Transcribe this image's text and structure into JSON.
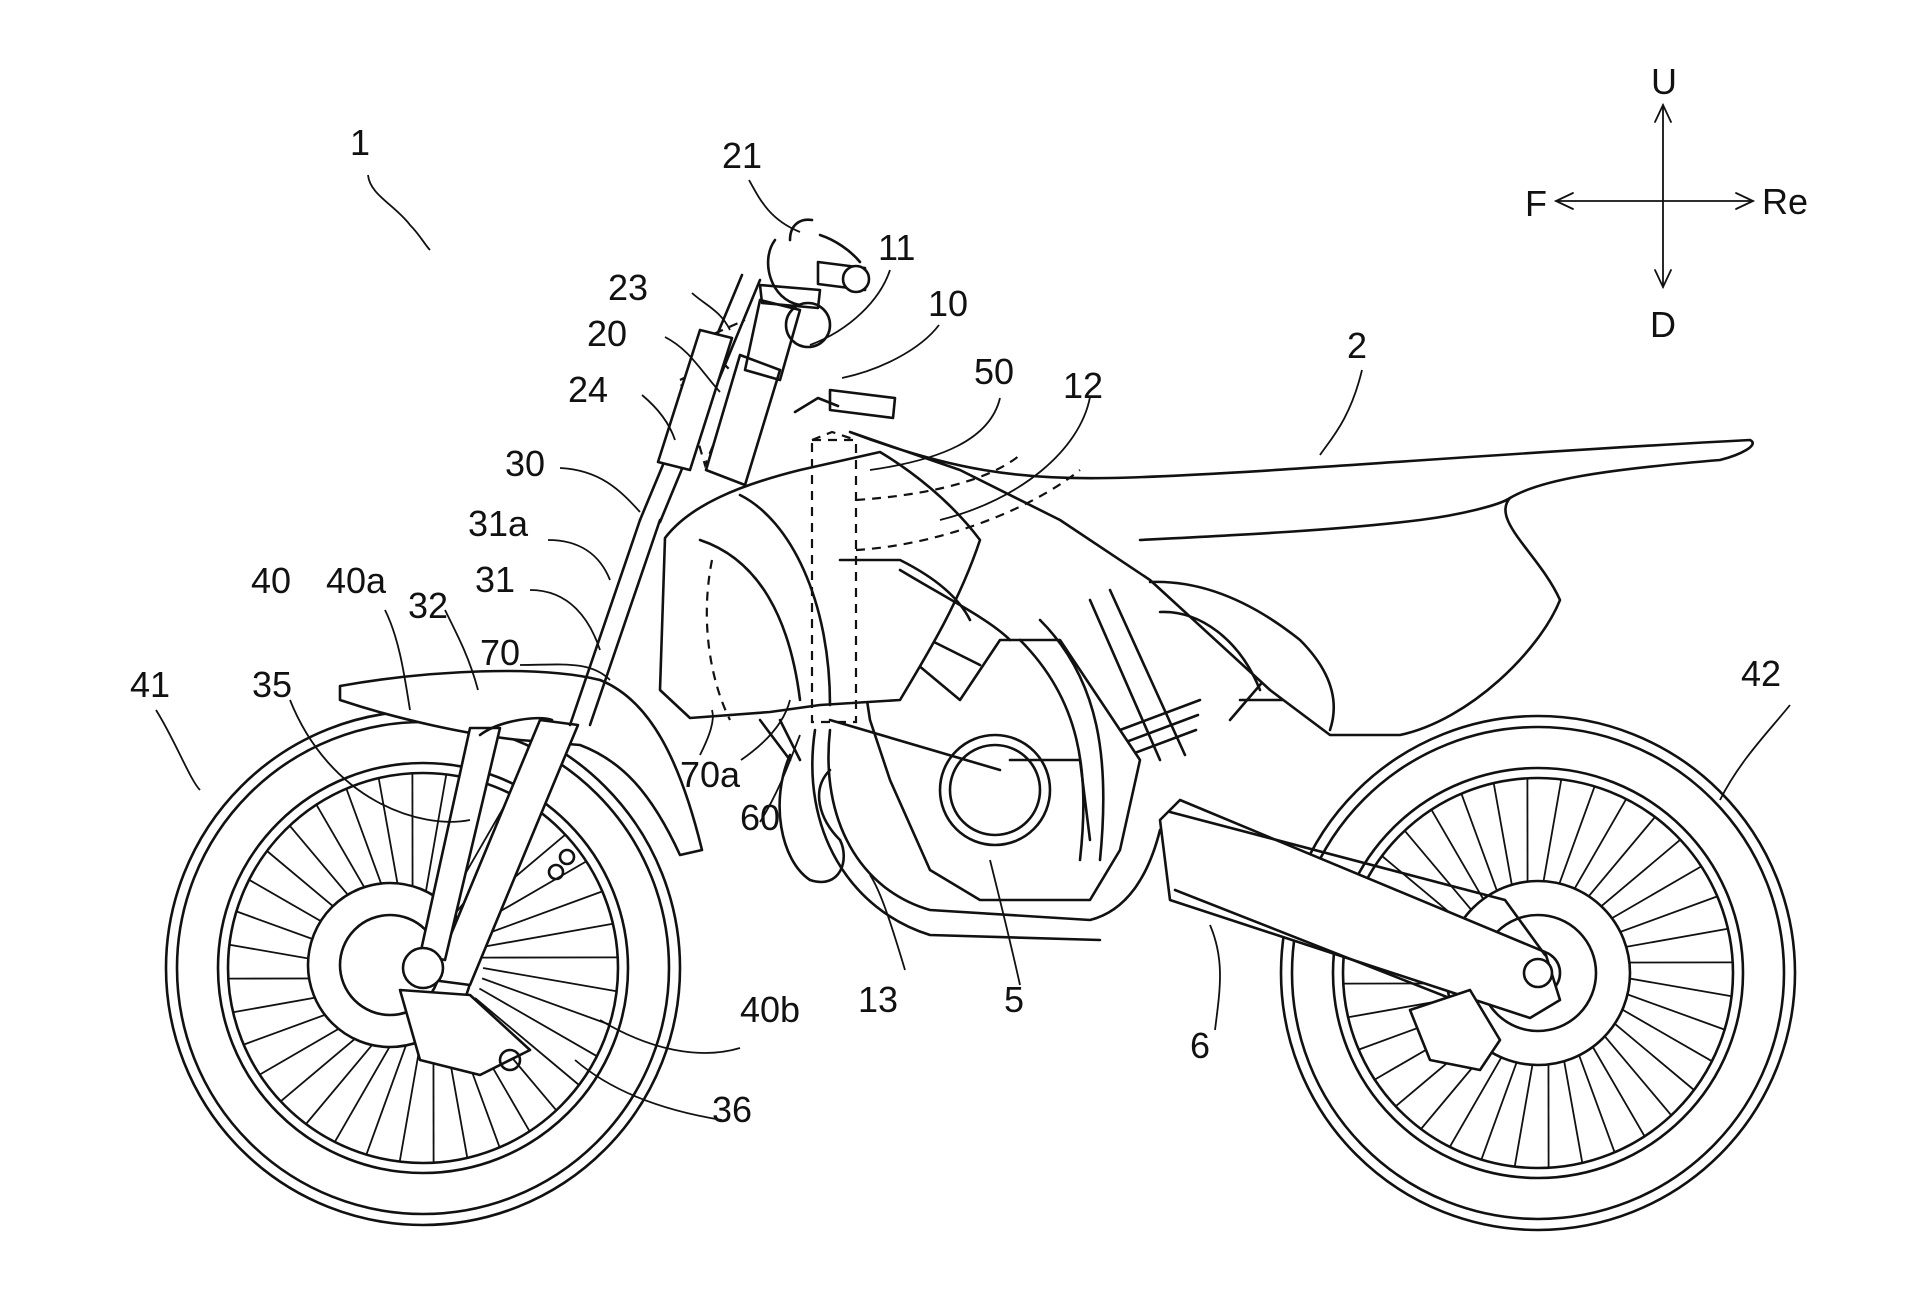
{
  "labels": {
    "l1": "1",
    "l2": "2",
    "l5": "5",
    "l6": "6",
    "l10": "10",
    "l11": "11",
    "l12": "12",
    "l13": "13",
    "l20": "20",
    "l21": "21",
    "l23": "23",
    "l24": "24",
    "l30": "30",
    "l31": "31",
    "l31a": "31a",
    "l32": "32",
    "l35": "35",
    "l36": "36",
    "l40": "40",
    "l40a": "40a",
    "l40b": "40b",
    "l41": "41",
    "l42": "42",
    "l50": "50",
    "l60": "60",
    "l70": "70",
    "l70a": "70a"
  },
  "directions": {
    "up": "U",
    "down": "D",
    "front": "F",
    "rear": "Re"
  }
}
